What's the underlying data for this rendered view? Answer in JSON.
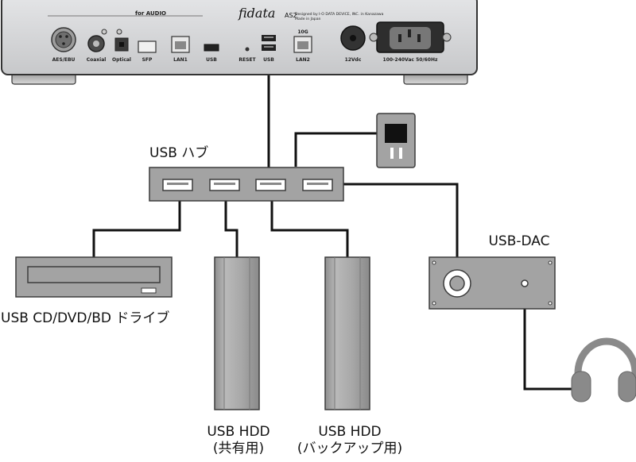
{
  "player": {
    "top_label": "for AUDIO",
    "brand": "fidata",
    "model": "AS2",
    "designed_by": "Designed by I-O DATA DEVICE, INC. in Kanazawa",
    "made_in": "Made in Japan",
    "ports": {
      "aes_ebu": "AES/EBU",
      "coaxial": "Coaxial",
      "optical": "Optical",
      "sfp": "SFP",
      "lan1": "LAN1",
      "usb": "USB",
      "reset": "RESET",
      "usb2": "USB",
      "lan2_speed": "10G",
      "lan2": "LAN2",
      "dc": "12Vdc",
      "ac": "100-240Vac 50/60Hz"
    }
  },
  "devices": {
    "usb_hub": "USB ハブ",
    "usb_drive": "USB CD/DVD/BD ドライブ",
    "hdd_shared_name": "USB HDD",
    "hdd_shared_note": "(共有用)",
    "hdd_backup_name": "USB HDD",
    "hdd_backup_note": "(バックアップ用)",
    "usb_dac": "USB-DAC"
  },
  "colors": {
    "device_fill": "#a3a3a3",
    "device_stroke": "#3c3c3c",
    "cable": "#111111",
    "rear_panel": "#d2d3d5"
  }
}
